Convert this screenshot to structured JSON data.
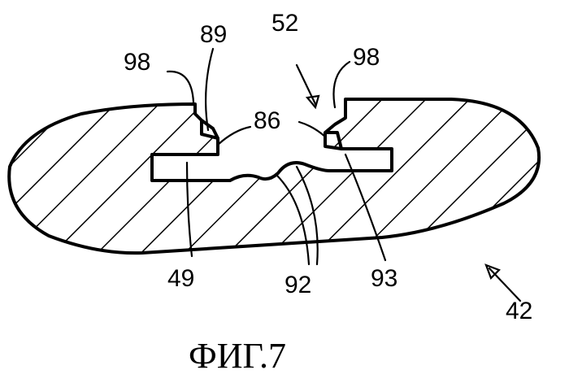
{
  "figure": {
    "caption": "ФИГ.7",
    "labels": {
      "l98_left": "98",
      "l89": "89",
      "l52": "52",
      "l98_right": "98",
      "l86": "86",
      "l49": "49",
      "l92": "92",
      "l93": "93",
      "l42": "42"
    }
  }
}
